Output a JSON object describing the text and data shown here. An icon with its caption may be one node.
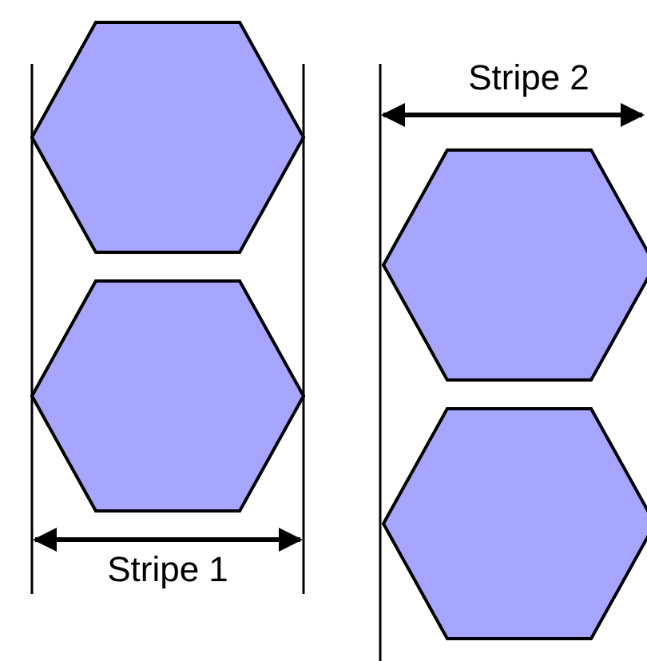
{
  "diagram": {
    "nodes": [
      {
        "text": [],
        "shape": "hexagon"
      },
      {
        "text": [],
        "shape": "hexagon"
      },
      {
        "text": [],
        "shape": "hexagon"
      },
      {
        "text": [],
        "shape": "hexagon"
      }
    ],
    "labels": [
      "Stripe 2",
      "Stripe 1"
    ]
  }
}
